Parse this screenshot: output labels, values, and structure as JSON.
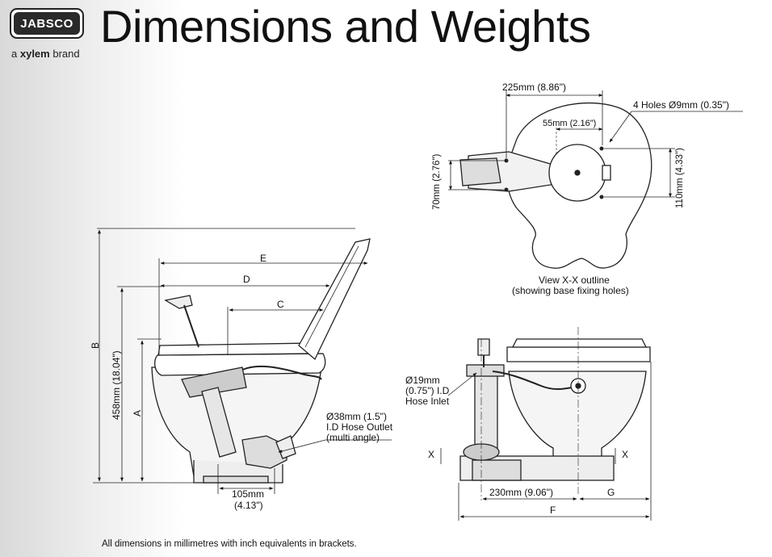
{
  "header": {
    "logo_text": "JABSCO",
    "brand_prefix": "a",
    "brand_name": "xylem",
    "brand_suffix": "brand",
    "title": "Dimensions and Weights"
  },
  "top_view": {
    "width_label": "225mm (8.86\")",
    "holes_label": "4 Holes Ø9mm (0.35\")",
    "hole_spacing_label": "55mm (2.16\")",
    "left_height_label": "70mm (2.76\")",
    "right_height_label": "110mm (4.33\")",
    "caption_line1": "View X-X outline",
    "caption_line2": "(showing base fixing holes)"
  },
  "side_view": {
    "label_e": "E",
    "label_d": "D",
    "label_c": "C",
    "label_b": "B",
    "label_height": "458mm (18.04\")",
    "label_a": "A",
    "outlet_line1": "Ø38mm (1.5\")",
    "outlet_line2": "I.D Hose Outlet",
    "outlet_line3": "(multi angle)",
    "bottom_line1": "105mm",
    "bottom_line2": "(4.13\")"
  },
  "front_view": {
    "inlet_line1": "Ø19mm",
    "inlet_line2": "(0.75\") I.D",
    "inlet_line3": "Hose Inlet",
    "x_left": "X",
    "x_right": "X",
    "width_label": "230mm (9.06\")",
    "label_g": "G",
    "label_f": "F"
  },
  "footnote": "All dimensions in millimetres with inch equivalents in brackets."
}
